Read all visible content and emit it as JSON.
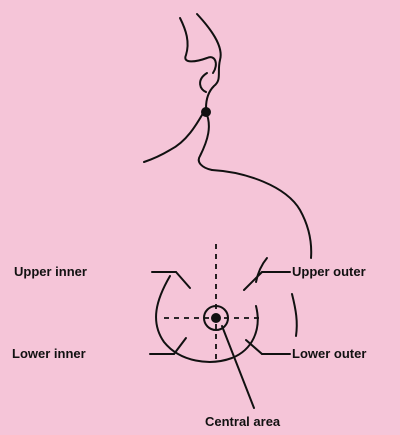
{
  "diagram": {
    "background": "#f5c5d8",
    "line_color": "#111111",
    "labels": {
      "upper_inner": "Upper inner",
      "upper_outer": "Upper outer",
      "lower_inner": "Lower inner",
      "lower_outer": "Lower outer",
      "central_area": "Central area"
    }
  }
}
